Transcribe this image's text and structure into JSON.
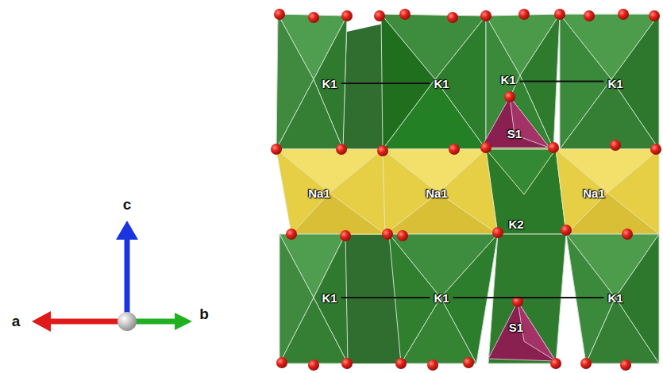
{
  "diagram": {
    "nodes": [
      {
        "text": [
          "K1"
        ]
      },
      {
        "text": [
          "K1"
        ]
      },
      {
        "text": [
          "K1"
        ]
      },
      {
        "text": [
          "K1"
        ]
      },
      {
        "text": [
          "S1"
        ]
      },
      {
        "text": [
          "Na1"
        ]
      },
      {
        "text": [
          "Na1"
        ]
      },
      {
        "text": [
          "K2"
        ]
      },
      {
        "text": [
          "Na1"
        ]
      },
      {
        "text": [
          "K1"
        ]
      },
      {
        "text": [
          "K1"
        ]
      },
      {
        "text": [
          "K1"
        ]
      },
      {
        "text": [
          "S1"
        ]
      }
    ],
    "edges": [
      {
        "from": 0,
        "to": 1,
        "arrow": "none"
      },
      {
        "from": 2,
        "to": 3,
        "arrow": "none"
      },
      {
        "from": 9,
        "to": 10,
        "arrow": "none"
      },
      {
        "from": 10,
        "to": 11,
        "arrow": "none"
      }
    ],
    "labels": [
      "c",
      "a",
      "b"
    ]
  }
}
